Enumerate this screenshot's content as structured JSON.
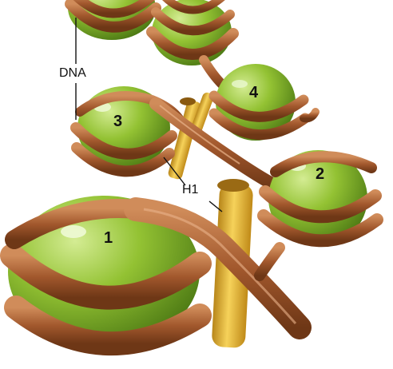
{
  "labels": {
    "dna": "DNA",
    "h1": "H1",
    "nucleosome_1": "1",
    "nucleosome_2": "2",
    "nucleosome_3": "3",
    "nucleosome_4": "4"
  },
  "colors": {
    "histone_core": "#8fbf2f",
    "histone_highlight": "#c9e682",
    "histone_shadow": "#5f8a1c",
    "dna_strand": "#a2582d",
    "dna_edge": "#6e3716",
    "dna_highlight": "#d89a6a",
    "linker_histone": "#e8b82a",
    "linker_histone_dark": "#b8861a"
  }
}
